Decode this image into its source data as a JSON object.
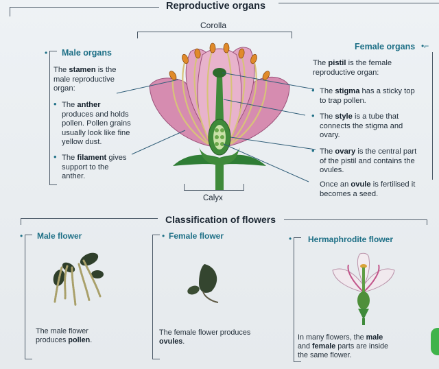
{
  "titles": {
    "reproductive": "Reproductive organs",
    "classification": "Classification of flowers"
  },
  "flower_labels": {
    "corolla": "Corolla",
    "calyx": "Calyx"
  },
  "male_organs": {
    "heading": "Male organs",
    "intro_pre": "The ",
    "intro_bold": "stamen",
    "intro_post_lines": [
      "is the",
      "male reproductive",
      "organ:"
    ],
    "anther": {
      "pre": "The ",
      "bold": "anther",
      "lines": [
        "produces and holds",
        "pollen. Pollen grains",
        "usually look like fine",
        "yellow dust."
      ]
    },
    "filament": {
      "pre": "The ",
      "bold": "filament",
      "post": " gives",
      "lines": [
        "support to the",
        "anther."
      ]
    }
  },
  "female_organs": {
    "heading": "Female organs",
    "intro_pre": "The ",
    "intro_bold": "pistil",
    "intro_post": " is the female",
    "intro_line2": "reproductive organ:",
    "stigma": {
      "pre": "The ",
      "bold": "stigma",
      "post": " has a sticky top",
      "line2": "to trap pollen."
    },
    "style": {
      "pre": "The ",
      "bold": "style",
      "post": " is a tube that",
      "lines": [
        "connects the stigma and",
        "ovary."
      ]
    },
    "ovary": {
      "pre": "The ",
      "bold": "ovary",
      "post": " is the central part",
      "lines": [
        "of the pistil and contains the",
        "ovules."
      ]
    },
    "ovule": {
      "pre": "Once an ",
      "bold": "ovule",
      "post": " is fertilised it",
      "line2": "becomes a seed."
    }
  },
  "classification": {
    "male": {
      "title": "Male flower",
      "line1": "The male flower",
      "pre": "produces ",
      "bold": "pollen",
      "post": "."
    },
    "female": {
      "title": "Female flower",
      "line1": "The female flower produces",
      "bold": "ovules",
      "post": "."
    },
    "hermaphrodite": {
      "title": "Hermaphrodite flower",
      "pre": "In many flowers, the ",
      "bold1": "male",
      "mid": "and ",
      "bold2": "female",
      "post": " parts are inside",
      "line3": "the same flower."
    }
  },
  "colors": {
    "accent": "#1d6f86",
    "petal": "#d98fb3",
    "stem": "#3f8a3a"
  }
}
